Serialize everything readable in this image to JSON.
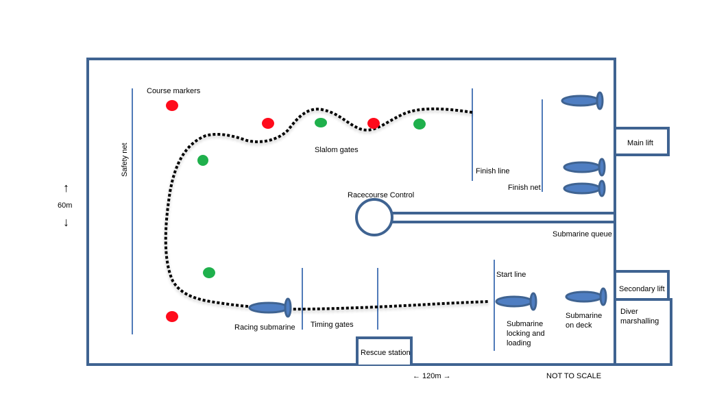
{
  "colors": {
    "outline": "#3f6391",
    "line_blue": "#4f7ab8",
    "sub_fill": "#4f7ec2",
    "red_marker": "#ff0b1b",
    "green_marker": "#1fb04c",
    "path": "#000000"
  },
  "labels": {
    "course_markers": "Course markers",
    "safety_net": "Safety net",
    "slalom_gates": "Slalom gates",
    "finish_line": "Finish line",
    "finish_net": "Finish net",
    "main_lift": "Main lift",
    "racecourse_control": "Racecourse Control",
    "submarine_queue": "Submarine queue",
    "start_line": "Start line",
    "secondary_lift": "Secondary lift",
    "diver_marshalling_1": "Diver",
    "diver_marshalling_2": "marshalling",
    "submarine_on_deck_1": "Submarine",
    "submarine_on_deck_2": "on deck",
    "submarine_locking_1": "Submarine",
    "submarine_locking_2": "locking and",
    "submarine_locking_3": "loading",
    "racing_submarine": "Racing submarine",
    "timing_gates": "Timing gates",
    "rescue_station": "Rescue station",
    "scale_width": "← 120m →",
    "scale_height": "60m",
    "arrow_up": "↑",
    "arrow_down": "↓",
    "not_to_scale": "NOT TO SCALE"
  },
  "markers": [
    {
      "color": "red"
    },
    {
      "color": "red"
    },
    {
      "color": "green"
    },
    {
      "color": "red"
    },
    {
      "color": "green"
    },
    {
      "color": "green"
    },
    {
      "color": "green"
    },
    {
      "color": "red"
    }
  ],
  "submarines": [
    {
      "name": "queued-submarine-1"
    },
    {
      "name": "queued-submarine-2"
    },
    {
      "name": "queued-submarine-3"
    },
    {
      "name": "submarine-on-deck"
    },
    {
      "name": "submarine-loading"
    },
    {
      "name": "racing-submarine"
    }
  ]
}
